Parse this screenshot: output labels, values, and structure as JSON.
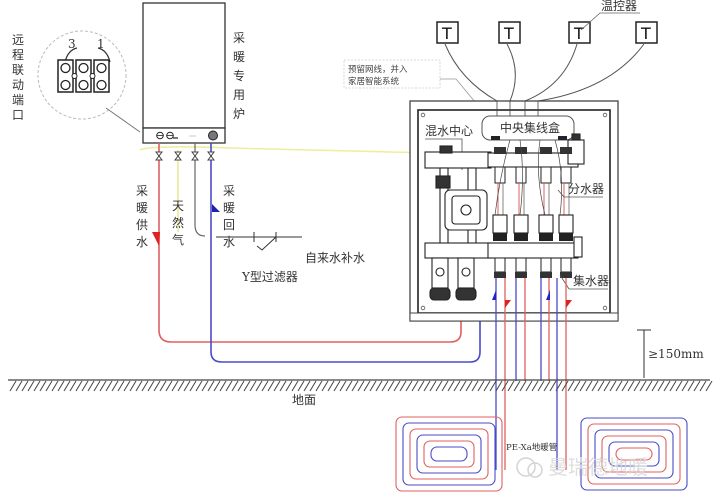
{
  "diagram": {
    "title": "地暖系统安装示意图",
    "labels": {
      "remote_port": [
        "远",
        "程",
        "联",
        "动",
        "端",
        "口"
      ],
      "terminal_numbers": [
        "3",
        "1"
      ],
      "boiler": [
        "采",
        "暖",
        "专",
        "用",
        "炉"
      ],
      "heating_supply": [
        "采",
        "暖",
        "供",
        "水"
      ],
      "natural_gas": [
        "天",
        "然",
        "气"
      ],
      "heating_return": [
        "采",
        "暖",
        "回",
        "水"
      ],
      "tap_water_makeup": "自来水补水",
      "y_filter": "Y型过滤器",
      "reserved_wiring": [
        "预留网线，并入",
        "家居智能系统"
      ],
      "mixing_center": "混水中心",
      "central_junction_box": "中央集线盒",
      "water_distributor": "分水器",
      "water_collector": "集水器",
      "thermostat_label": "温控器",
      "thermostat_glyph": "T",
      "height_dimension": "≥150mm",
      "floor": "地面",
      "floor_pipe": "PE-Xa地暖管",
      "watermark": "曼瑞德地暖"
    },
    "thermostat_count": 4,
    "colors": {
      "supply": "#e06060",
      "return": "#4b4bc8",
      "gas": "#e8e890",
      "wire": "#555555",
      "line": "#333333",
      "hatch": "#444444"
    }
  }
}
